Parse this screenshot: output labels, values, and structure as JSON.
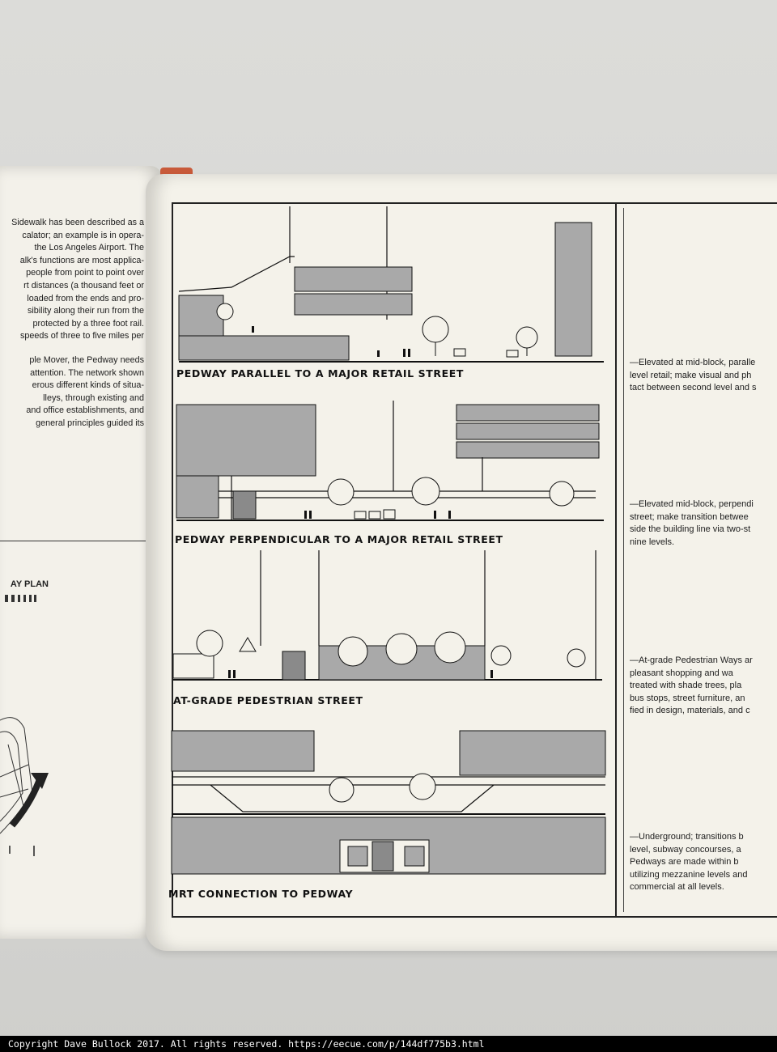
{
  "left_page": {
    "paragraph1": [
      "Sidewalk has been described as a",
      "calator; an example is in opera-",
      "the Los Angeles Airport. The",
      "alk's functions are most applica-",
      "people from point to point over",
      "rt distances (a thousand feet or",
      "loaded from the ends and pro-",
      "sibility along their run from the",
      "protected by a three foot rail.",
      "speeds of three to five miles per"
    ],
    "paragraph2": [
      "ple Mover, the Pedway needs",
      "attention. The network shown",
      "erous different kinds of situa-",
      "lleys, through existing and",
      "and office establishments, and",
      "general principles guided its"
    ],
    "plan_label": "AY PLAN"
  },
  "figures": [
    {
      "title": "PEDWAY PARALLEL TO A MAJOR RETAIL STREET"
    },
    {
      "title": "PEDWAY PERPENDICULAR TO A MAJOR RETAIL STREET"
    },
    {
      "title": "AT-GRADE PEDESTRIAN STREET"
    },
    {
      "title": "MRT CONNECTION TO PEDWAY"
    }
  ],
  "captions": [
    [
      "—Elevated at mid-block, paralle",
      "level retail; make visual and ph",
      "tact between second level and s"
    ],
    [
      "—Elevated mid-block, perpendi",
      "street; make transition betwee",
      "side the building line via two-st",
      "nine levels."
    ],
    [
      "—At-grade Pedestrian Ways ar",
      "pleasant shopping and wa",
      "treated with shade trees, pla",
      "bus stops, street furniture, an",
      "fied in design, materials, and c"
    ],
    [
      "—Underground; transitions b",
      "level, subway concourses, a",
      "Pedways are made within b",
      "utilizing mezzanine levels and",
      "commercial at all levels."
    ]
  ],
  "footer": {
    "copyright": "Copyright Dave Bullock 2017. All rights reserved. https://eecue.com/p/144df775b3.html"
  },
  "colors": {
    "page": "#f4f2ea",
    "ink": "#1a1a1a",
    "gray_fill": "#a8a8a8",
    "footer_bg": "#000000"
  }
}
